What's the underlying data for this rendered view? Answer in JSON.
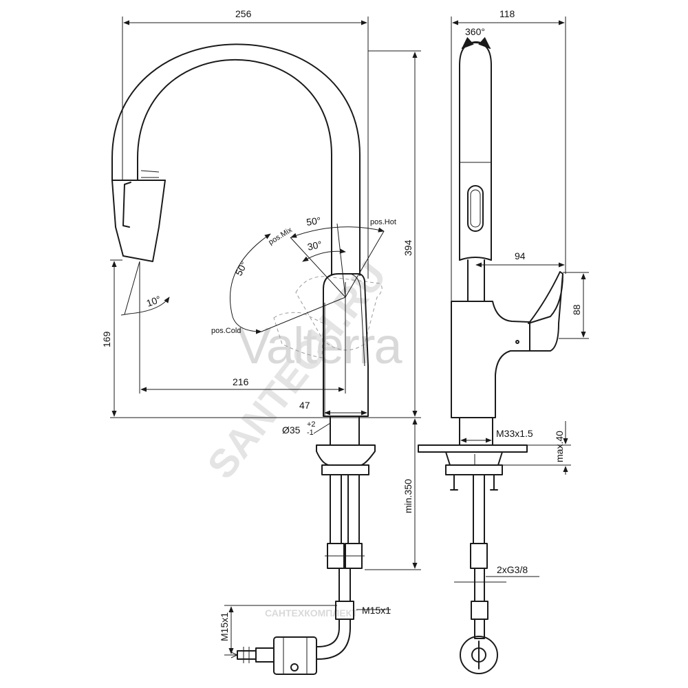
{
  "dimensions": {
    "overall_width": "256",
    "side_width": "118",
    "rotation": "360°",
    "height": "394",
    "spout_height": "169",
    "reach": "216",
    "body_width": "47",
    "hole_diameter": "Ø35",
    "hole_tol_upper": "+2",
    "hole_tol_lower": "-1",
    "lever_offset": "94",
    "lever_height": "88",
    "thread": "M33x1.5",
    "max_deck": "max.40",
    "min_hose": "min.350",
    "hose_connection": "2xG3/8",
    "m15_vertical": "M15x1",
    "m15_right": "M15x1"
  },
  "angles": {
    "tilt": "10°",
    "cold_range": "50°",
    "hot_range": "50°",
    "mix_range": "30°",
    "pos_cold": "pos.Cold",
    "pos_mix": "pos.Mix",
    "pos_hot": "pos.Hot"
  },
  "watermarks": {
    "brand": "Valterra",
    "diagonal": "SANTECH.RU",
    "bottom": "САНТЕХКОМПЛЕКТ"
  }
}
